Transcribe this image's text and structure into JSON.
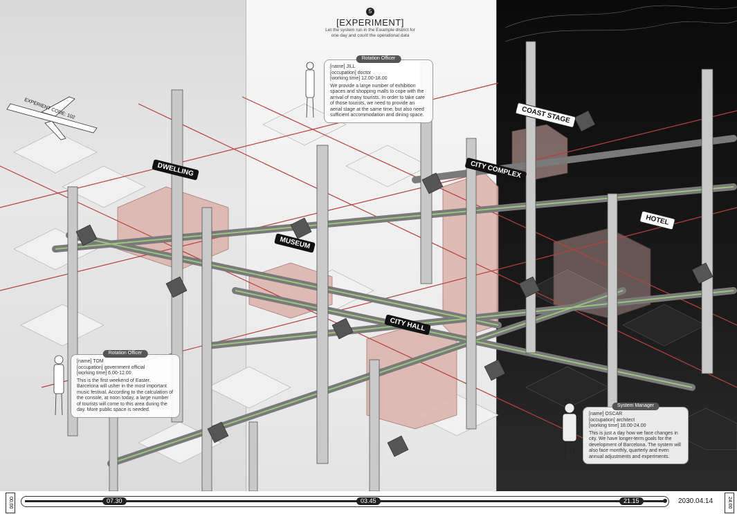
{
  "header": {
    "number": "5",
    "title": "[EXPERIMENT]",
    "subtitle_line1": "Let the system run in the Eixample district for",
    "subtitle_line2": "one day and count the operational data"
  },
  "labels": {
    "dwelling": "DWELLING",
    "museum": "MUSEUM",
    "city_hall": "CITY HALL",
    "city_complex": "CITY COMPLEX",
    "coast_stage": "COAST STAGE",
    "hotel": "HOTEL",
    "plane": "EXPERIENT CODE: 102"
  },
  "cards": {
    "jill": {
      "heading": "Rotation Officer",
      "name": "[name] JILL",
      "occupation": "[occupation] doctor",
      "time": "[working time] 12.00-18.00",
      "body": "We provide a large number of exhibition spaces and shopping malls to cope with the arrival of many tourists. In order to take care of those tourists, we need to provide an aerial stage at the same time, but also need sufficient accommodation and dining space."
    },
    "tom": {
      "heading": "Rotation Officer",
      "name": "[name] TOM",
      "occupation": "[occupation] government official",
      "time": "[working time] 6.00-12.00",
      "body": "This is the first weekend of Easter. Barcelona will usher in the most important music festival. According to the calculation of the console, at noon today, a large number of tourists will come to this area during the day. More public space is needed."
    },
    "oscar": {
      "heading": "System Manager",
      "name": "[name] OSCAR",
      "occupation": "[occupation] architect",
      "time": "[working time] 18.00-24.00",
      "body": "This is just a day how we face changes in city. We have longer-term goals for the development of Barcelona. The system will also face monthly, quarterly and even annual adjustments and experiments."
    }
  },
  "timeline": {
    "start": "00.00",
    "end": "24.00",
    "ticks": [
      "07.30",
      "03.45",
      "21.15"
    ],
    "date": "2030.04.14"
  },
  "colors": {
    "structure": "#8a8a8a",
    "accent_red": "#b8413d",
    "block_pink": "#d9b3ad",
    "green_track": "#9bc47f",
    "night": "#111111"
  }
}
